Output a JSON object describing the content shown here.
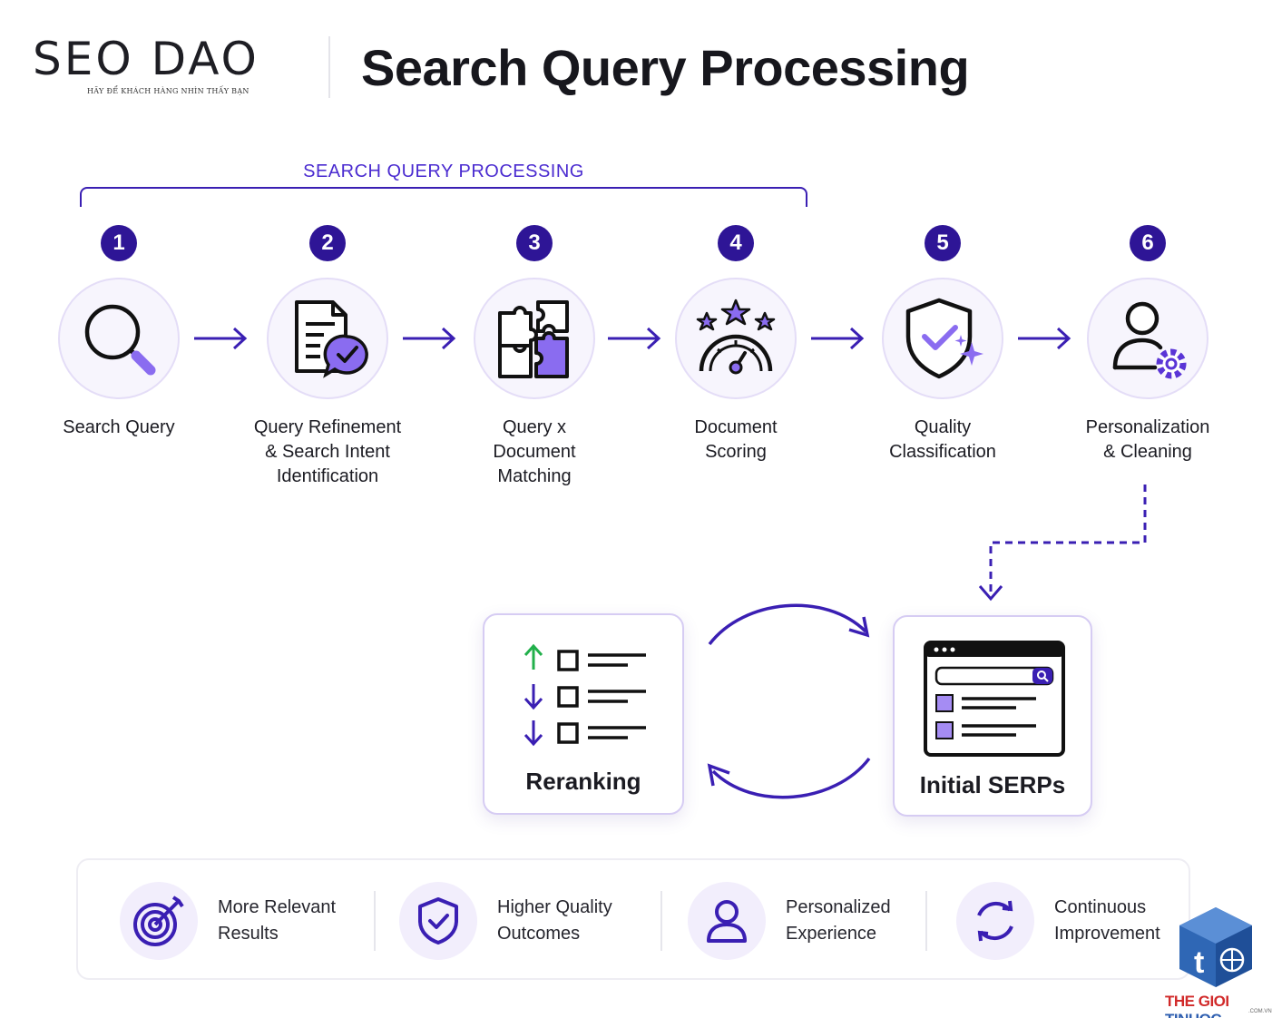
{
  "header": {
    "logo_text": "SEO DAO",
    "logo_tagline": "HÃY ĐỂ KHÁCH HÀNG NHÌN THẤY BẠN",
    "title": "Search Query Processing"
  },
  "bracket_label": "SEARCH QUERY PROCESSING",
  "steps": [
    {
      "number": "1",
      "icon": "magnifier-icon",
      "lines": [
        "Search Query"
      ]
    },
    {
      "number": "2",
      "icon": "document-check-icon",
      "lines": [
        "Query Refinement",
        "& Search Intent",
        "Identification"
      ]
    },
    {
      "number": "3",
      "icon": "puzzle-icon",
      "lines": [
        "Query x",
        "Document",
        "Matching"
      ]
    },
    {
      "number": "4",
      "icon": "gauge-stars-icon",
      "lines": [
        "Document",
        "Scoring"
      ]
    },
    {
      "number": "5",
      "icon": "shield-check-icon",
      "lines": [
        "Quality",
        "Classification"
      ]
    },
    {
      "number": "6",
      "icon": "user-gear-icon",
      "lines": [
        "Personalization",
        "& Cleaning"
      ]
    }
  ],
  "loop": {
    "reranking_label": "Reranking",
    "serps_label": "Initial SERPs"
  },
  "benefits": [
    {
      "icon": "target-icon",
      "lines": [
        "More Relevant",
        "Results"
      ]
    },
    {
      "icon": "shield-check-icon",
      "lines": [
        "Higher Quality",
        "Outcomes"
      ]
    },
    {
      "icon": "user-icon",
      "lines": [
        "Personalized",
        "Experience"
      ]
    },
    {
      "icon": "cycle-icon",
      "lines": [
        "Continuous",
        "Improvement"
      ]
    }
  ],
  "watermark": {
    "brand_a": "THE GIOI ",
    "brand_b": "TINHOC",
    "suffix": ".COM.VN"
  },
  "colors": {
    "accent": "#3a1fb3",
    "accent_light": "#8a6cf0",
    "step_bg": "#f7f5fd",
    "up_arrow": "#22b04b"
  }
}
